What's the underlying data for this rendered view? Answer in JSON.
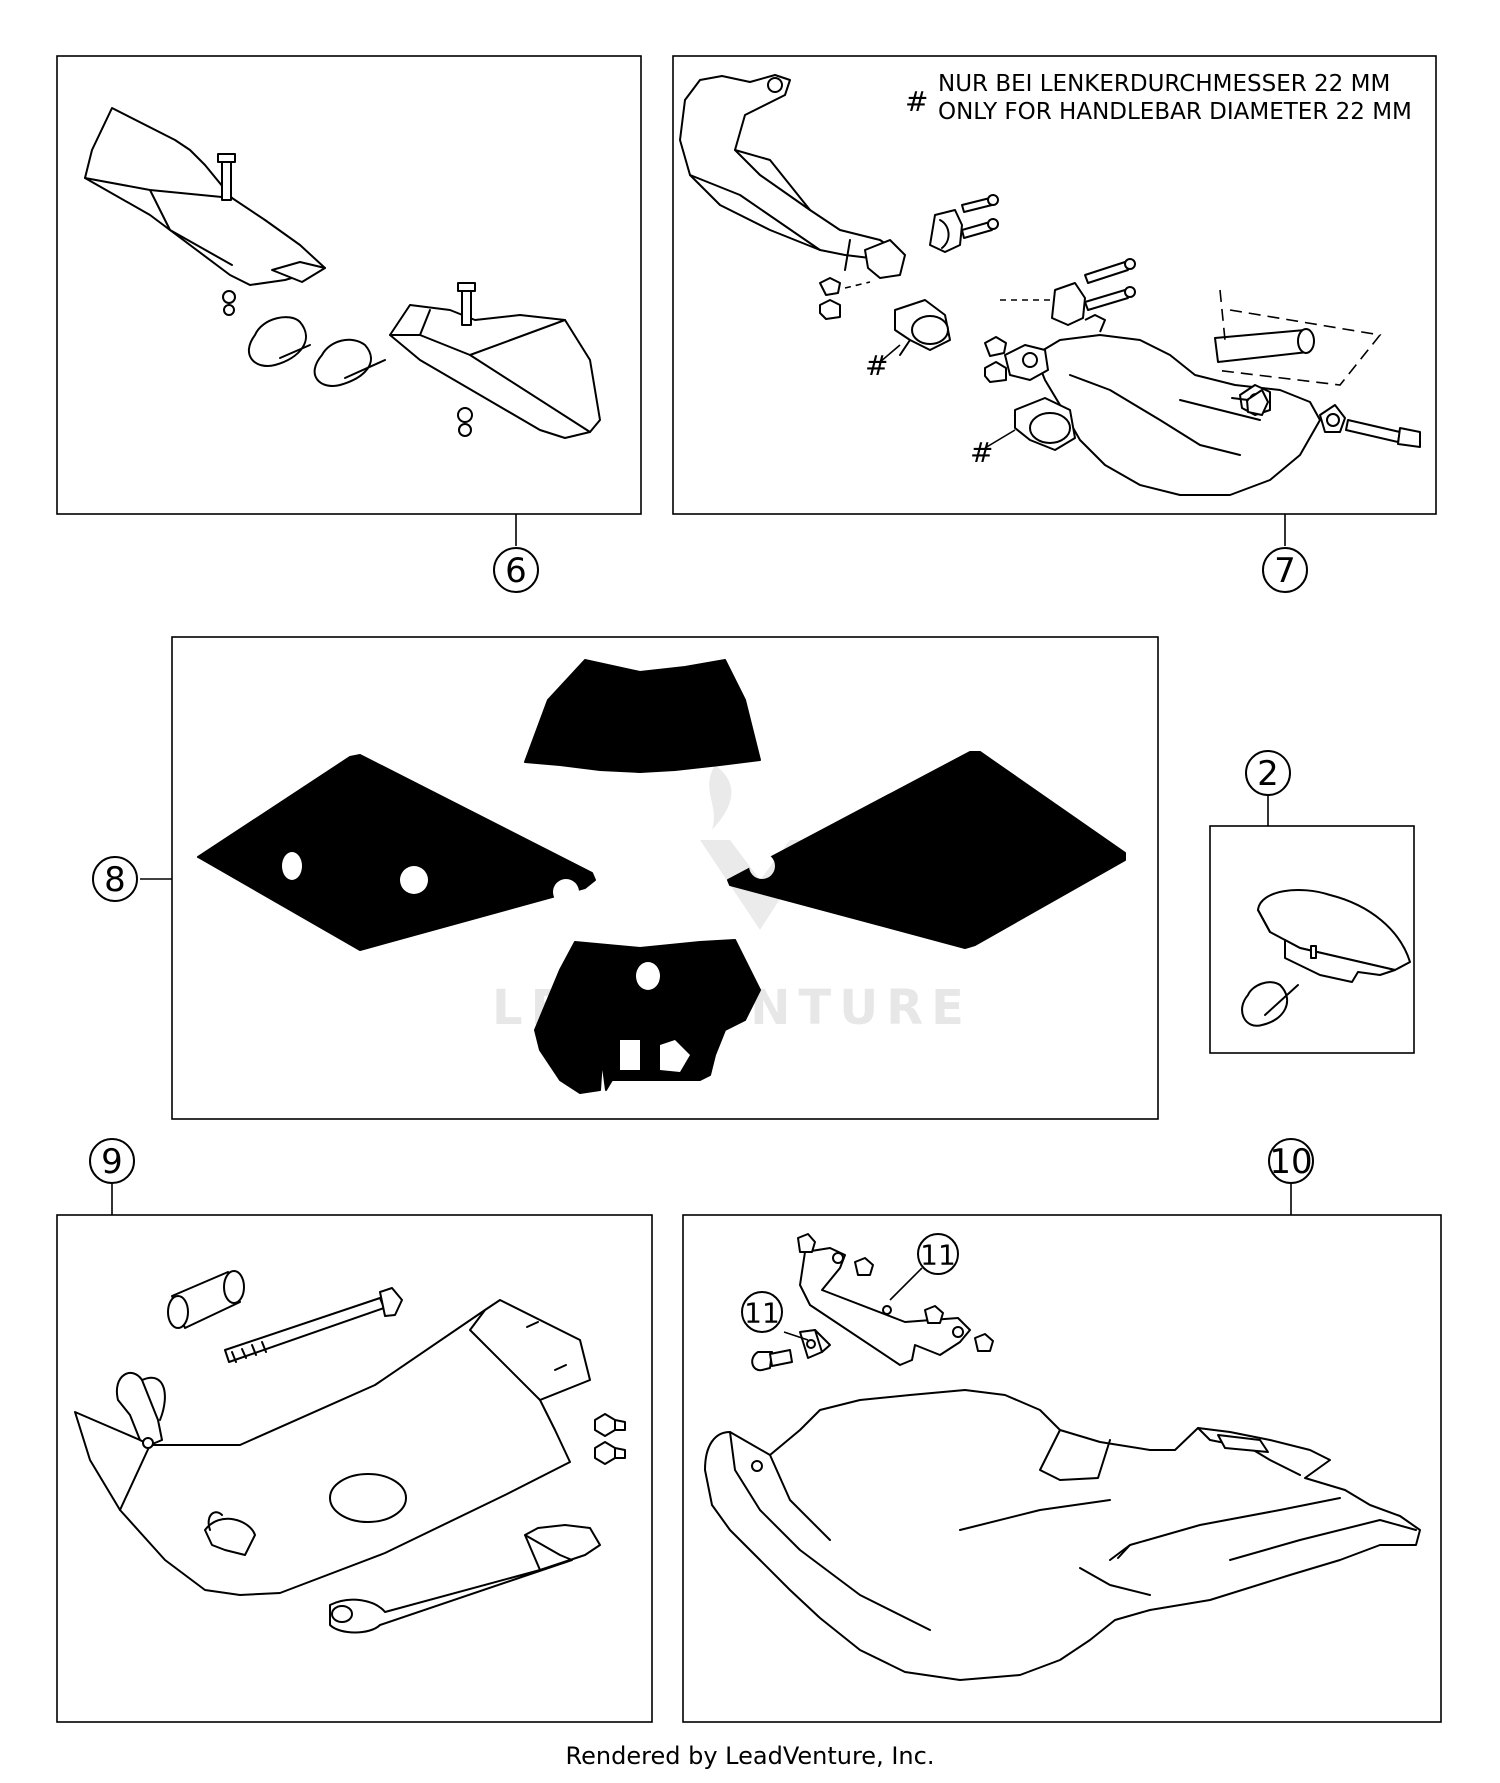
{
  "note": {
    "hash": "#",
    "line1": "NUR BEI LENKERDURCHMESSER 22 MM",
    "line2": "ONLY FOR HANDLEBAR DIAMETER 22 MM"
  },
  "callouts": {
    "c6": "6",
    "c7": "7",
    "c8": "8",
    "c2": "2",
    "c9": "9",
    "c10": "10",
    "c11a": "11",
    "c11b": "11"
  },
  "marks": {
    "hash_a": "#",
    "hash_b": "#"
  },
  "watermark": "LEADVENTURE",
  "footer": "Rendered by LeadVenture, Inc."
}
